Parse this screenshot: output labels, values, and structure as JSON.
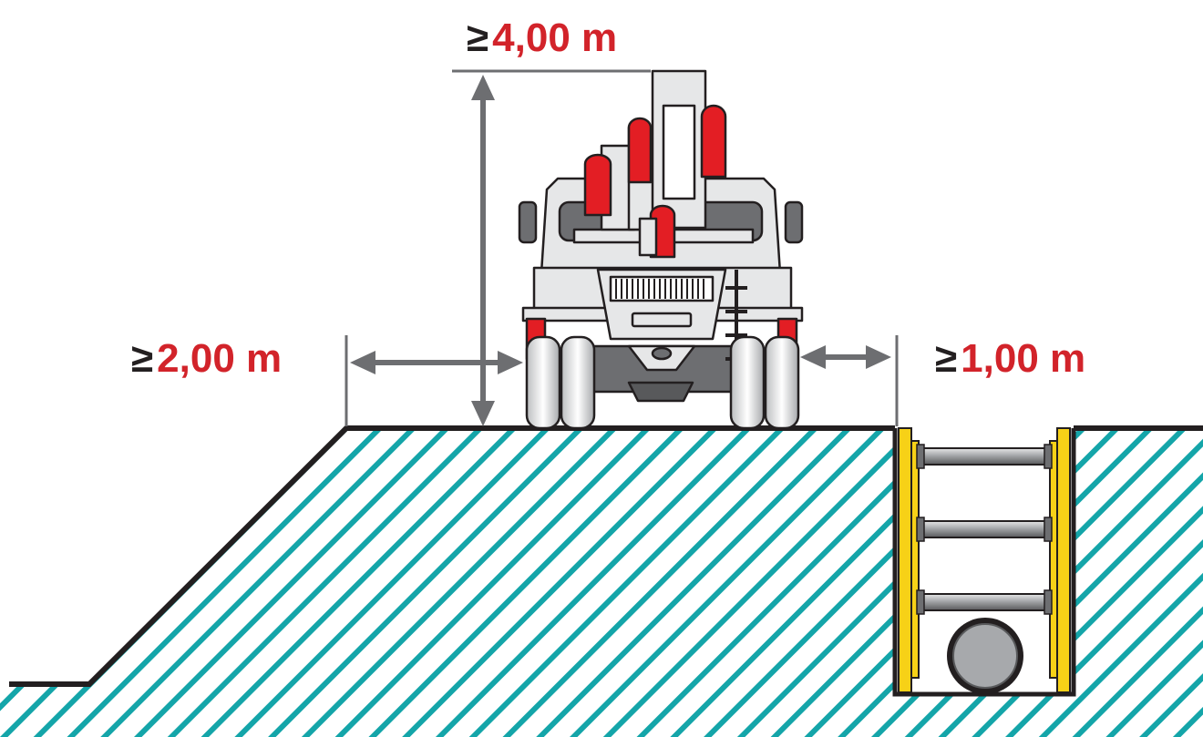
{
  "dimensions": {
    "height_clearance": {
      "symbol": "≥",
      "value": "4,00 m"
    },
    "slope_distance": {
      "symbol": "≥",
      "value": "2,00 m"
    },
    "trench_distance": {
      "symbol": "≥",
      "value": "1,00 m"
    }
  },
  "colors": {
    "ground_hatch": "#14a5a9",
    "accent_red": "#e31e24",
    "label_red": "#d2232a",
    "dimension_gray": "#6d6e71",
    "shoring_yellow": "#f7d117",
    "outline": "#231f20"
  }
}
